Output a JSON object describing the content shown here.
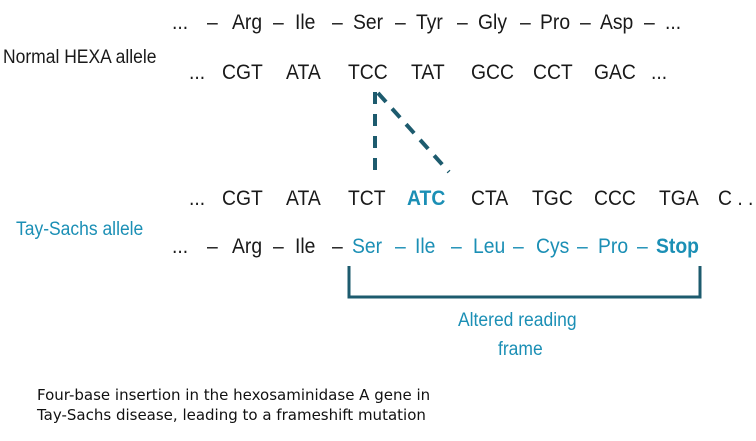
{
  "normal": {
    "label": "Normal HEXA allele",
    "aa": [
      "...",
      "Arg",
      "Ile",
      "Ser",
      "Tyr",
      "Gly",
      "Pro",
      "Asp",
      "..."
    ],
    "codons": [
      "...",
      "CGT",
      "ATA",
      "TCC",
      "TAT",
      "GCC",
      "CCT",
      "GAC",
      "..."
    ]
  },
  "mutant": {
    "label": "Tay-Sachs allele",
    "codons": [
      "...",
      "CGT",
      "ATA",
      "TCT",
      "ATC",
      "CTA",
      "TGC",
      "CCC",
      "TGA",
      "C . ."
    ],
    "aa": [
      "...",
      "Arg",
      "Ile",
      "Ser",
      "Ile",
      "Leu",
      "Cys",
      "Pro",
      "Stop"
    ]
  },
  "bracket_label": [
    "Altered reading",
    "frame"
  ],
  "caption": [
    "Four-base insertion in the hexosaminidase A gene in",
    "Tay-Sachs disease, leading to a frameshift mutation"
  ],
  "colors": {
    "teal": "#1b8fb5",
    "dark_teal": "#1d5b6e",
    "text": "#1a1a1a"
  }
}
